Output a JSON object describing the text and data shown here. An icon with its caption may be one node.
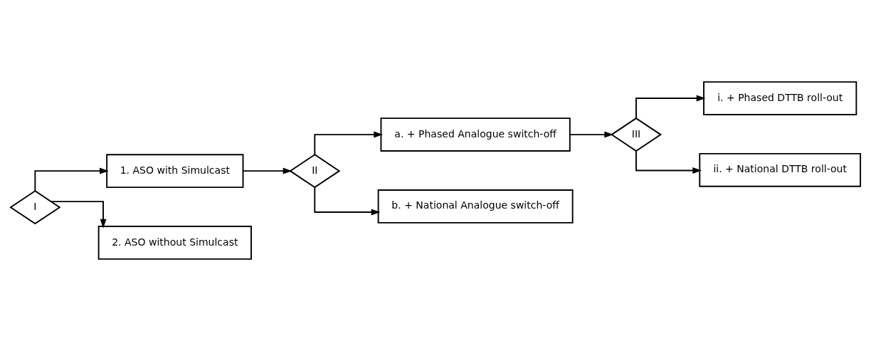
{
  "diagram": {
    "nodes": [
      {
        "text": [
          "I"
        ]
      },
      {
        "text": [
          "1. ASO with Simulcast"
        ]
      },
      {
        "text": [
          "2. ASO without Simulcast"
        ]
      },
      {
        "text": [
          "II"
        ]
      },
      {
        "text": [
          "a. + Phased Analogue switch-off"
        ]
      },
      {
        "text": [
          "b. + National Analogue switch-off"
        ]
      },
      {
        "text": [
          "III"
        ]
      },
      {
        "text": [
          "i. + Phased DTTB roll-out"
        ]
      },
      {
        "text": [
          "ii. + National DTTB roll-out"
        ]
      }
    ],
    "edges": [
      {
        "from": 0,
        "to": 1,
        "arrow": "to"
      },
      {
        "from": 0,
        "to": 2,
        "arrow": "to"
      },
      {
        "from": 1,
        "to": 3,
        "arrow": "to"
      },
      {
        "from": 3,
        "to": 4,
        "arrow": "to"
      },
      {
        "from": 3,
        "to": 5,
        "arrow": "to"
      },
      {
        "from": 4,
        "to": 6,
        "arrow": "to"
      },
      {
        "from": 6,
        "to": 7,
        "arrow": "to"
      },
      {
        "from": 6,
        "to": 8,
        "arrow": "to"
      }
    ]
  }
}
